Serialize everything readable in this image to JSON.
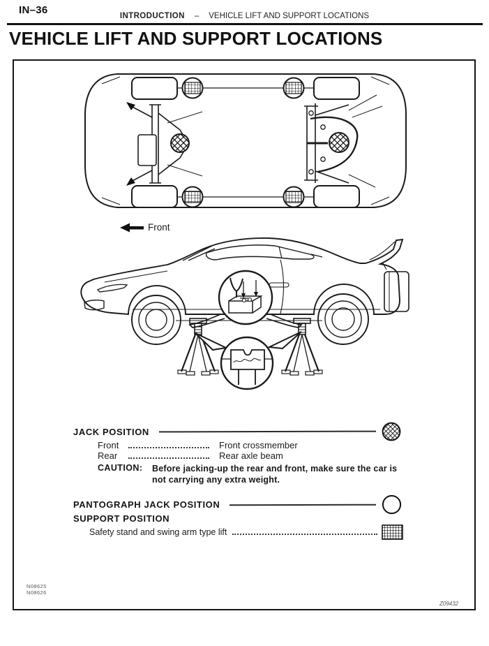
{
  "page_number": "IN–36",
  "header": {
    "section": "INTRODUCTION",
    "dash": "–",
    "chapter": "VEHICLE LIFT AND SUPPORT LOCATIONS"
  },
  "title": "VEHICLE LIFT AND SUPPORT LOCATIONS",
  "figure": {
    "front_label": "Front",
    "legend": {
      "jack_position": {
        "label": "JACK POSITION",
        "front_label": "Front",
        "front_value": "Front crossmember",
        "rear_label": "Rear",
        "rear_value": "Rear axle beam",
        "caution_label": "CAUTION:",
        "caution_text": "Before jacking-up the rear and front, make sure the car is not carrying any extra weight."
      },
      "pantograph": {
        "label": "PANTOGRAPH JACK POSITION"
      },
      "support": {
        "label": "SUPPORT POSITION",
        "safety_label": "Safety stand and swing arm type lift"
      },
      "symbols": {
        "jack_point": "crosshatch-circle",
        "pantograph_point": "open-circle",
        "support_point": "grid-square"
      }
    },
    "codes": {
      "left_line1": "N08625",
      "left_line2": "N08626",
      "right": "Z09432"
    }
  },
  "colors": {
    "ink": "#111111",
    "paper": "#ffffff"
  }
}
